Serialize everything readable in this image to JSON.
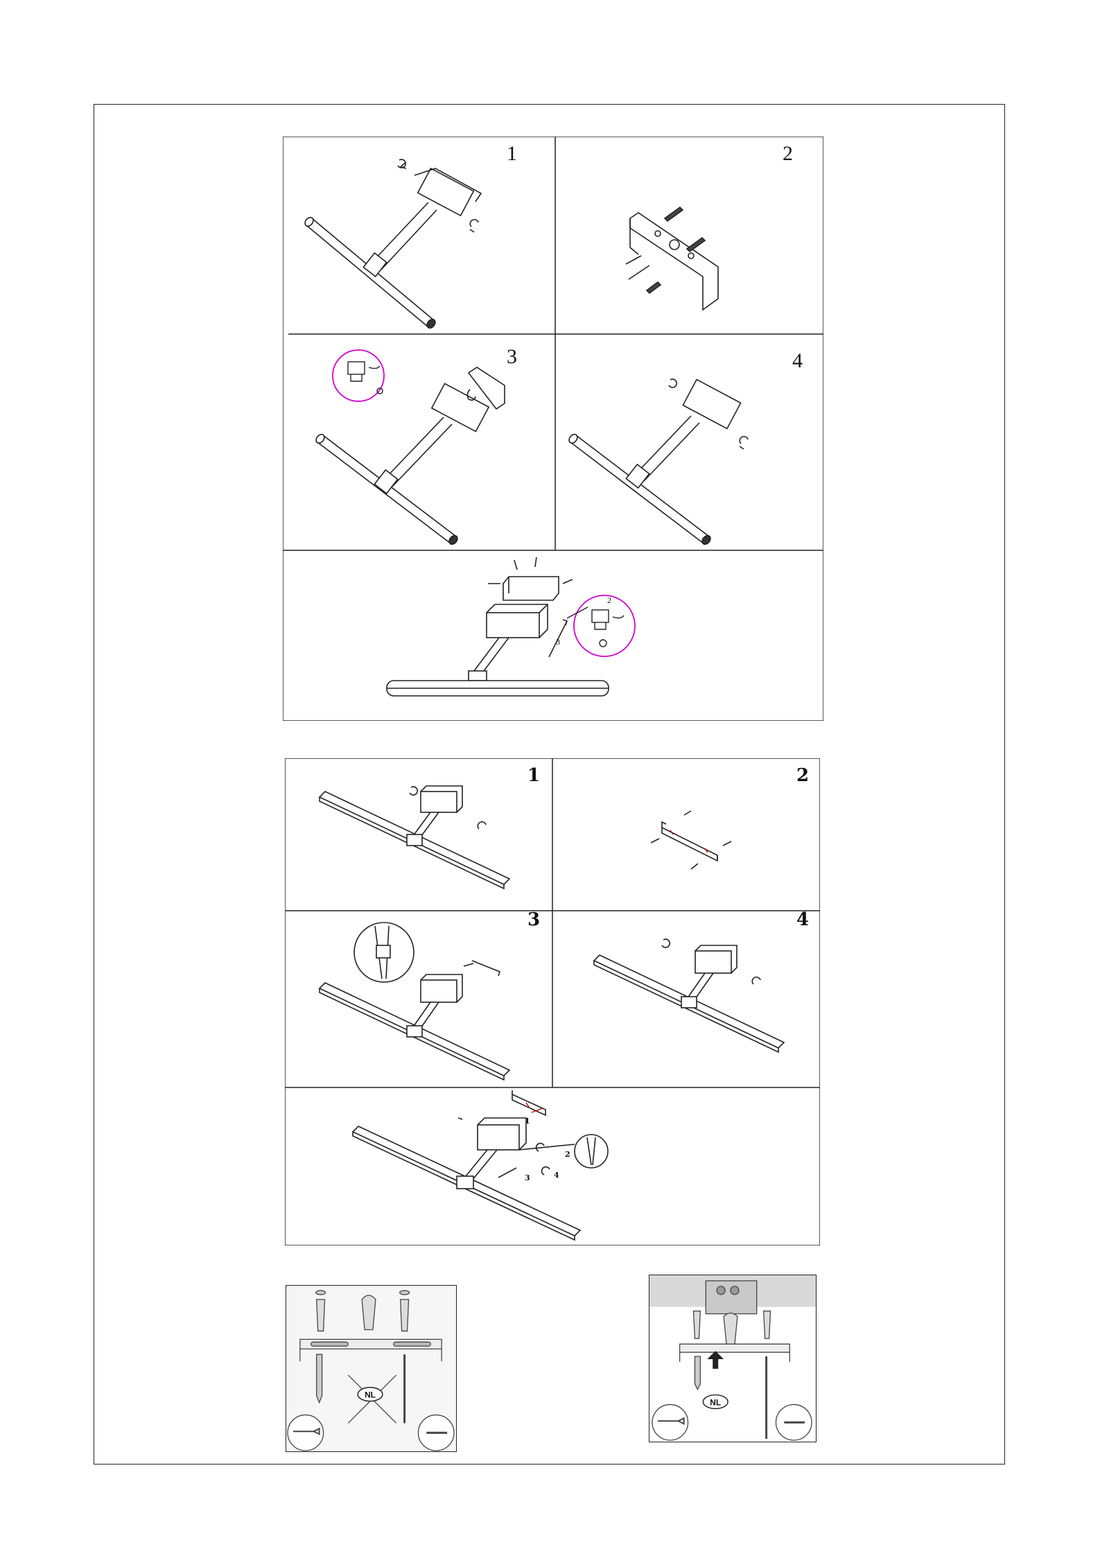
{
  "set_a": {
    "steps": [
      "1",
      "2",
      "3",
      "4"
    ]
  },
  "set_b": {
    "steps": [
      "1",
      "2",
      "3",
      "4"
    ],
    "final_callouts": [
      "1",
      "2",
      "3",
      "4"
    ]
  },
  "set_a_final_callouts": [
    "2",
    "3"
  ],
  "hardware_panels": {
    "left_badge": "NL",
    "right_badge": "NL"
  },
  "colors": {
    "line": "#222222",
    "highlight_circle": "#d000d0",
    "panel_bg_grey": "#d9d9d9",
    "wire_red": "#cc0000"
  }
}
